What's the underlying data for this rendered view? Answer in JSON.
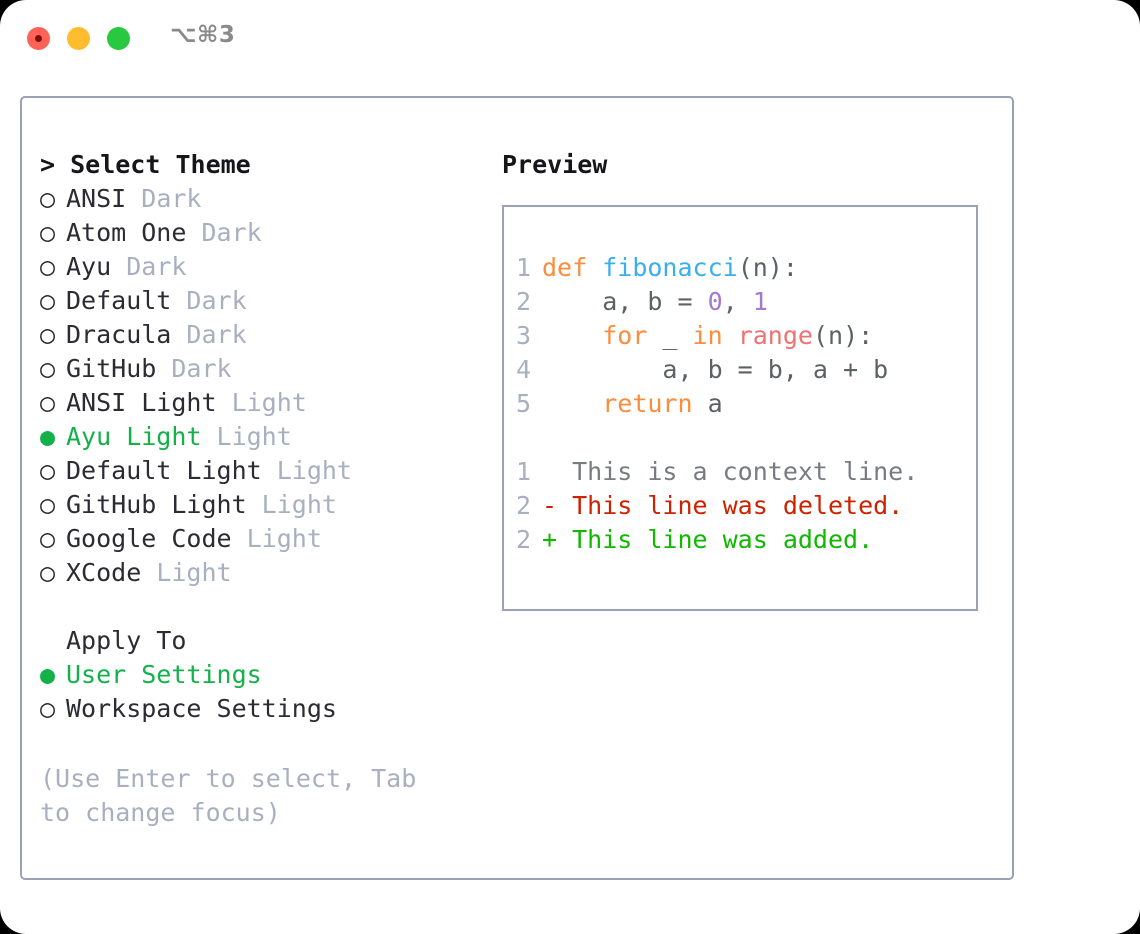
{
  "titlebar": {
    "shortcut": "⌥⌘3",
    "buttons": {
      "close": "close",
      "minimize": "minimize",
      "maximize": "maximize"
    }
  },
  "theme_section": {
    "heading": "> Select Theme",
    "markers": {
      "selected": "●",
      "unselected": "○"
    },
    "items": [
      {
        "name": "ANSI",
        "suffix": "Dark",
        "selected": false
      },
      {
        "name": "Atom One",
        "suffix": "Dark",
        "selected": false
      },
      {
        "name": "Ayu",
        "suffix": "Dark",
        "selected": false
      },
      {
        "name": "Default",
        "suffix": "Dark",
        "selected": false
      },
      {
        "name": "Dracula",
        "suffix": "Dark",
        "selected": false
      },
      {
        "name": "GitHub",
        "suffix": "Dark",
        "selected": false
      },
      {
        "name": "ANSI Light",
        "suffix": "Light",
        "selected": false
      },
      {
        "name": "Ayu Light",
        "suffix": "Light",
        "selected": true
      },
      {
        "name": "Default Light",
        "suffix": "Light",
        "selected": false
      },
      {
        "name": "GitHub Light",
        "suffix": "Light",
        "selected": false
      },
      {
        "name": "Google Code",
        "suffix": "Light",
        "selected": false
      },
      {
        "name": "XCode",
        "suffix": "Light",
        "selected": false
      }
    ]
  },
  "apply_section": {
    "heading": "Apply To",
    "items": [
      {
        "name": "User Settings",
        "selected": true
      },
      {
        "name": "Workspace Settings",
        "selected": false
      }
    ]
  },
  "help": {
    "text": "(Use Enter to select, Tab to change focus)"
  },
  "preview": {
    "heading": "Preview",
    "code_lines": [
      {
        "number": "1",
        "tokens": [
          {
            "text": "def ",
            "type": "keyword"
          },
          {
            "text": "fibonacci",
            "type": "func"
          },
          {
            "text": "(n):",
            "type": "plain"
          }
        ]
      },
      {
        "number": "2",
        "tokens": [
          {
            "text": "    a, b = ",
            "type": "plain"
          },
          {
            "text": "0",
            "type": "number"
          },
          {
            "text": ", ",
            "type": "plain"
          },
          {
            "text": "1",
            "type": "number"
          }
        ]
      },
      {
        "number": "3",
        "tokens": [
          {
            "text": "    ",
            "type": "plain"
          },
          {
            "text": "for",
            "type": "keyword"
          },
          {
            "text": " _ ",
            "type": "plain"
          },
          {
            "text": "in",
            "type": "keyword"
          },
          {
            "text": " ",
            "type": "plain"
          },
          {
            "text": "range",
            "type": "builtin"
          },
          {
            "text": "(n):",
            "type": "plain"
          }
        ]
      },
      {
        "number": "4",
        "tokens": [
          {
            "text": "        a, b = b, a + b",
            "type": "plain"
          }
        ]
      },
      {
        "number": "5",
        "tokens": [
          {
            "text": "    ",
            "type": "plain"
          },
          {
            "text": "return",
            "type": "keyword"
          },
          {
            "text": " a",
            "type": "plain"
          }
        ]
      }
    ],
    "diff_lines": [
      {
        "number": "1",
        "marker": " ",
        "text": " This is a context line.",
        "type": "context"
      },
      {
        "number": "2",
        "marker": "-",
        "text": " This line was deleted.",
        "type": "deleted"
      },
      {
        "number": "2",
        "marker": "+",
        "text": " This line was added.",
        "type": "added"
      }
    ]
  },
  "colors": {
    "selection_green": "#14b04a",
    "keyword_orange": "#fa8d3e",
    "function_blue": "#39afee",
    "builtin_salmon": "#f07171",
    "number_purple": "#a37acc",
    "muted_gray": "#a8b0bf",
    "diff_red": "#cc2200",
    "diff_green": "#11b800",
    "border_gray": "#9aa3b5"
  }
}
